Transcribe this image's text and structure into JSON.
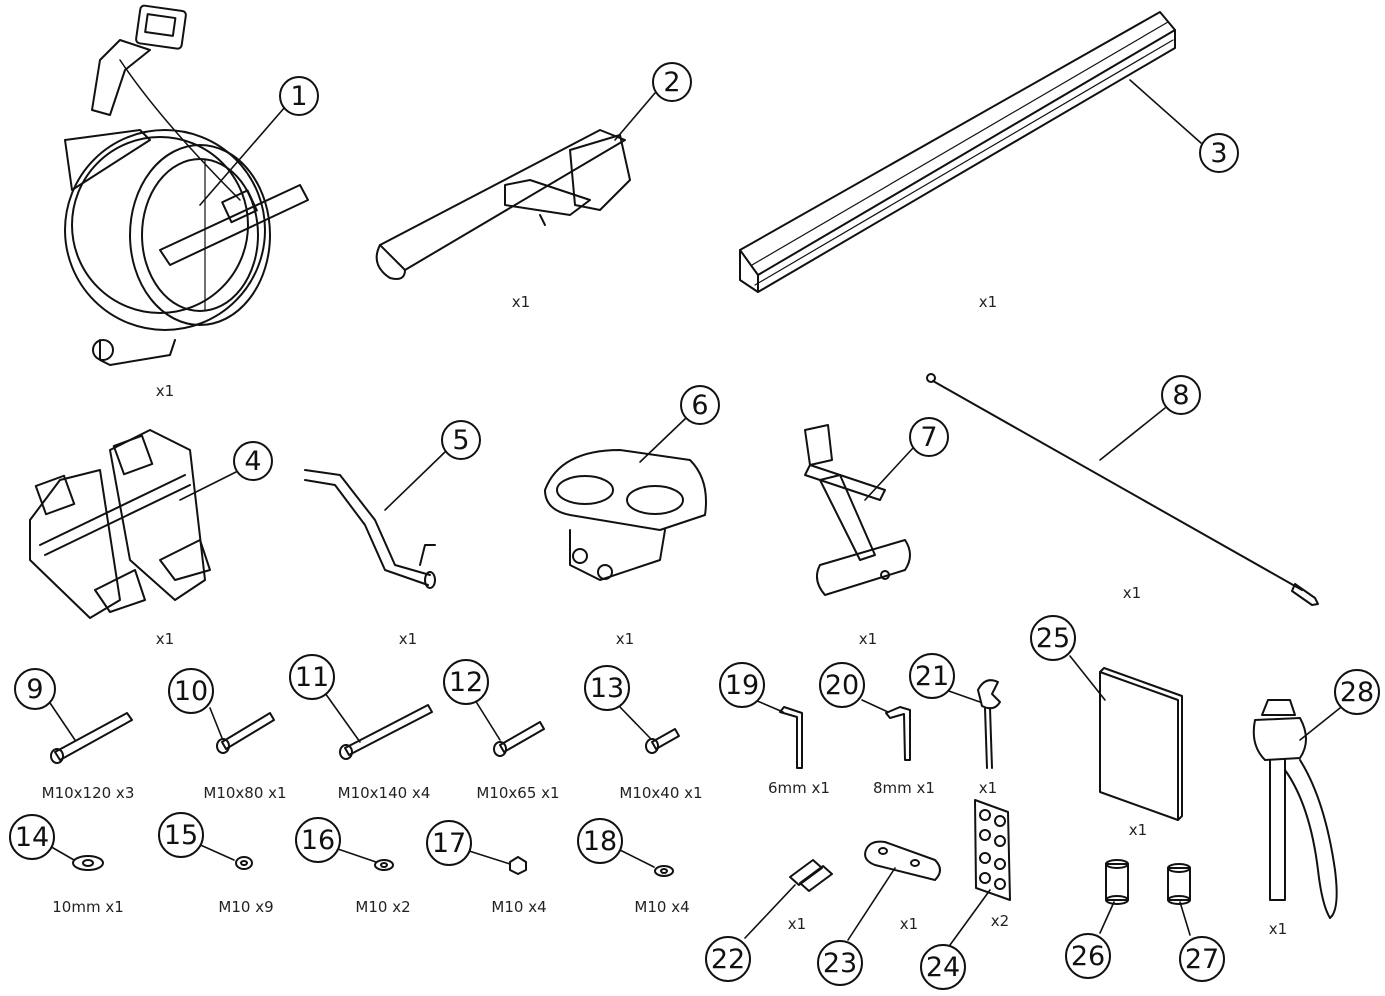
{
  "parts": [
    {
      "number": "1",
      "qty": "x1"
    },
    {
      "number": "2",
      "qty": "x1"
    },
    {
      "number": "3",
      "qty": "x1"
    },
    {
      "number": "4",
      "qty": "x1"
    },
    {
      "number": "5",
      "qty": "x1"
    },
    {
      "number": "6",
      "qty": "x1"
    },
    {
      "number": "7",
      "qty": "x1"
    },
    {
      "number": "8",
      "qty": "x1"
    },
    {
      "number": "9",
      "qty": "M10x120 x3"
    },
    {
      "number": "10",
      "qty": "M10x80 x1"
    },
    {
      "number": "11",
      "qty": "M10x140 x4"
    },
    {
      "number": "12",
      "qty": "M10x65 x1"
    },
    {
      "number": "13",
      "qty": "M10x40 x1"
    },
    {
      "number": "14",
      "qty": "10mm x1"
    },
    {
      "number": "15",
      "qty": "M10 x9"
    },
    {
      "number": "16",
      "qty": "M10 x2"
    },
    {
      "number": "17",
      "qty": "M10 x4"
    },
    {
      "number": "18",
      "qty": "M10 x4"
    },
    {
      "number": "19",
      "qty": "6mm x1"
    },
    {
      "number": "20",
      "qty": "8mm x1"
    },
    {
      "number": "21",
      "qty": "x1"
    },
    {
      "number": "22",
      "qty": "x1"
    },
    {
      "number": "23",
      "qty": "x1"
    },
    {
      "number": "24",
      "qty": "x2"
    },
    {
      "number": "25",
      "qty": "x1"
    },
    {
      "number": "26",
      "qty": ""
    },
    {
      "number": "27",
      "qty": ""
    },
    {
      "number": "28",
      "qty": "x1"
    }
  ]
}
